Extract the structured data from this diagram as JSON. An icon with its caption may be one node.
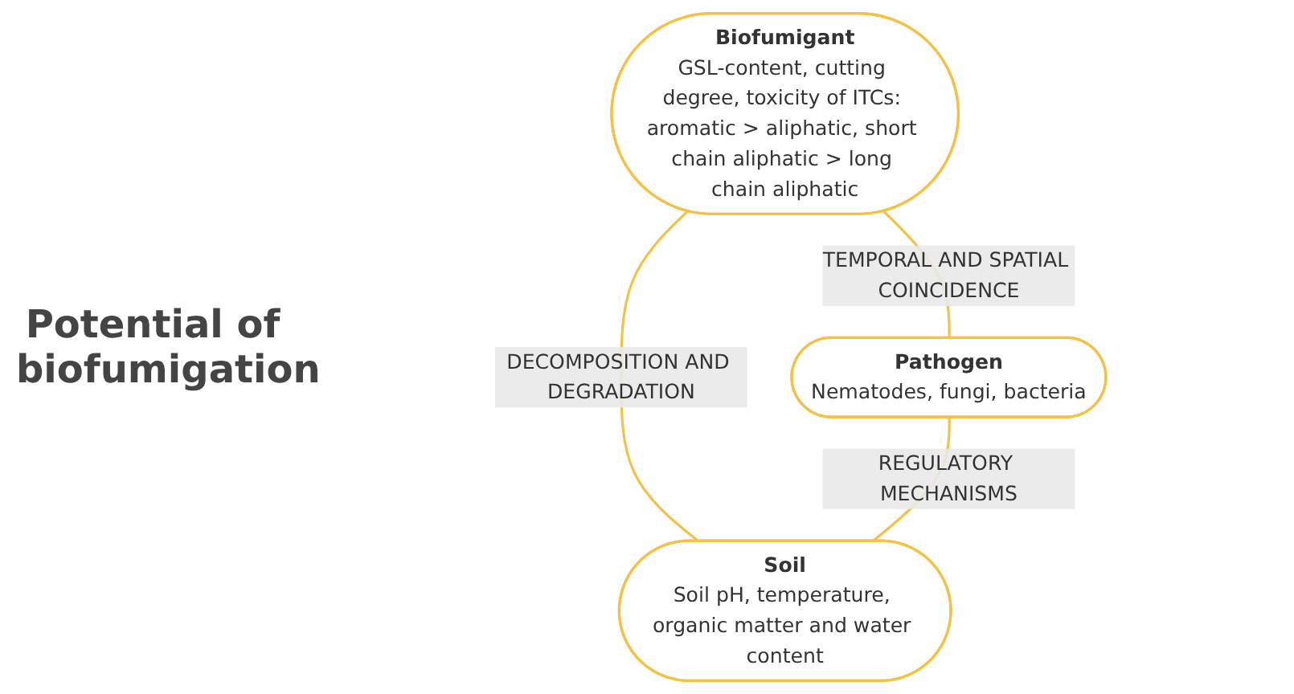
{
  "diagram": {
    "nodes": [
      {
        "text": [
          "Biofumigant",
          "GSL-content, cutting degree, toxicity of ITCs: aromatic > aliphatic, short chain aliphatic > long chain aliphatic"
        ]
      },
      {
        "text": [
          "Pathogen",
          "Nematodes, fungi, bacteria"
        ]
      },
      {
        "text": [
          "Soil",
          "Soil pH, temperature, organic matter and water content"
        ]
      }
    ],
    "edges": [
      {
        "from": 0,
        "to": 1,
        "arrow": "none",
        "label": "TEMPORAL AND SPATIAL COINCIDENCE"
      },
      {
        "from": 0,
        "to": 2,
        "arrow": "none",
        "label": "DECOMPOSITION AND DEGRADATION"
      },
      {
        "from": 1,
        "to": 2,
        "arrow": "none",
        "label": "REGULATORY MECHANISMS"
      }
    ],
    "labels": [
      "Potential of biofumigation"
    ]
  }
}
